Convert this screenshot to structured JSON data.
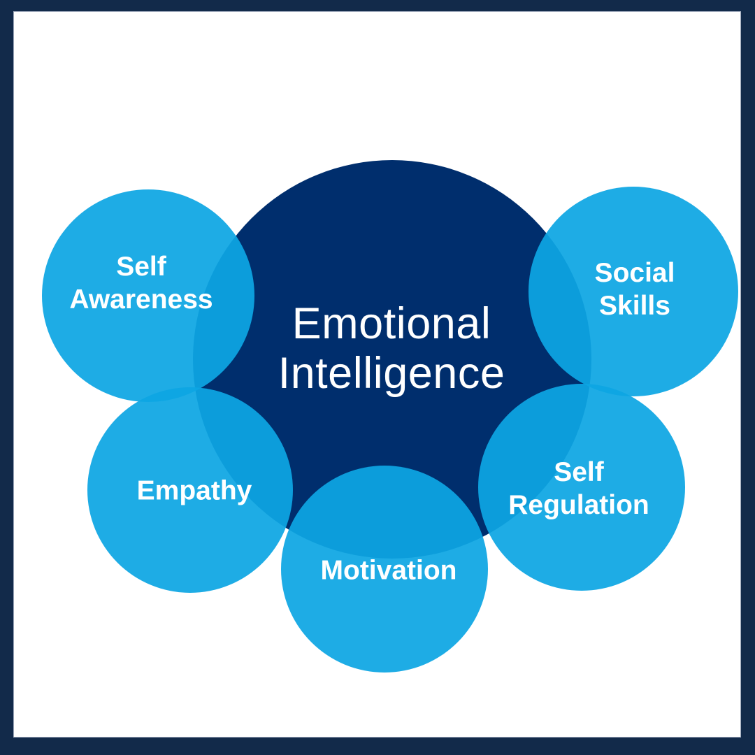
{
  "colors": {
    "frame_navy": "#122A4A",
    "panel_white": "#FFFFFF",
    "center_navy": "#002E6D",
    "satellite_blue": "#0DA6E3",
    "label_white": "#FFFFFF"
  },
  "diagram": {
    "title": "Emotional Intelligence",
    "center": {
      "line1": "Emotional",
      "line2": "Intelligence"
    },
    "self_awareness": {
      "line1": "Self",
      "line2": "Awareness"
    },
    "social_skills": {
      "line1": "Social",
      "line2": "Skills"
    },
    "empathy": {
      "line1": "Empathy"
    },
    "motivation": {
      "line1": "Motivation"
    },
    "self_regulation": {
      "line1": "Self",
      "line2": "Regulation"
    }
  }
}
